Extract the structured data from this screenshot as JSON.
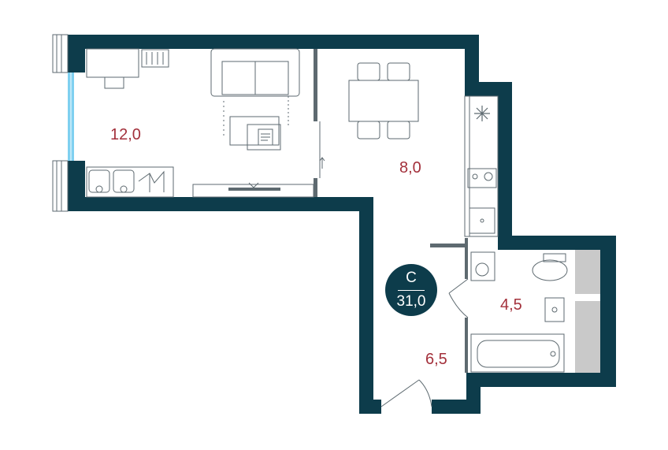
{
  "colors": {
    "wall": "#0d3c4b",
    "label": "#a3303b",
    "line": "#5e6a70",
    "gray": "#c9c9c9",
    "window": "#7fd0f0"
  },
  "apartment": {
    "type": "C",
    "total_area": "31,0"
  },
  "rooms": [
    {
      "id": "living",
      "area": "12,0"
    },
    {
      "id": "kitchen",
      "area": "8,0"
    },
    {
      "id": "bathroom",
      "area": "4,5"
    },
    {
      "id": "hallway",
      "area": "6,5"
    }
  ],
  "icons": [
    "snowflake-icon",
    "stove-icon",
    "sink-icon",
    "toilet-icon",
    "washing-machine-icon",
    "bathtub-icon"
  ]
}
